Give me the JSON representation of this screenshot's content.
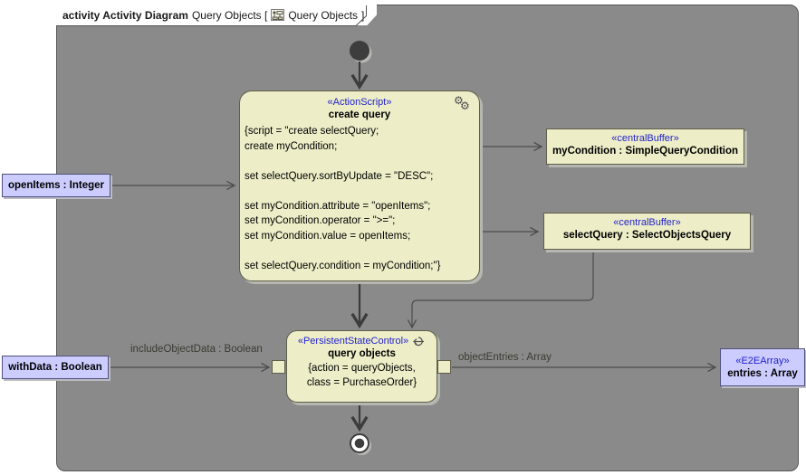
{
  "frame": {
    "title_bold": "activity Activity Diagram",
    "title_mid": "Query Objects [",
    "title_ref": "Query Objects",
    "title_close": "]"
  },
  "nodes": {
    "create_query": {
      "stereotype": "«ActionScript»",
      "name": "create query",
      "script_lines": [
        "{script = \"create selectQuery;",
        "create myCondition;",
        "",
        "set selectQuery.sortByUpdate = \"DESC\";",
        "",
        "set myCondition.attribute = \"openItems\";",
        "set myCondition.operator = \">=\";",
        "set myCondition.value = openItems;",
        "",
        "set selectQuery.condition = myCondition;\"}"
      ]
    },
    "my_condition_buffer": {
      "stereotype": "«centralBuffer»",
      "name": "myCondition : SimpleQueryCondition"
    },
    "select_query_buffer": {
      "stereotype": "«centralBuffer»",
      "name": "selectQuery : SelectObjectsQuery"
    },
    "query_objects": {
      "stereotype": "«PersistentStateControl»",
      "name": "query objects",
      "body_line1": "{action = queryObjects,",
      "body_line2": "class = PurchaseOrder}"
    },
    "open_items_param": {
      "name": "openItems : Integer"
    },
    "with_data_param": {
      "name": "withData : Boolean"
    },
    "entries_param": {
      "stereotype": "«E2EArray»",
      "name": "entries : Array"
    }
  },
  "edge_labels": {
    "include_object_data": "includeObjectData : Boolean",
    "object_entries": "objectEntries : Array"
  },
  "icons": {
    "gear_glyph": "⚙"
  },
  "colors": {
    "node_fill": "#EDEDC8",
    "node_border": "#5E5E49",
    "param_fill": "#CCCCFF",
    "param_border": "#50507C",
    "stereotype_text": "#2222CC",
    "edge": "#4C4C4C",
    "frame_border": "#565656"
  }
}
